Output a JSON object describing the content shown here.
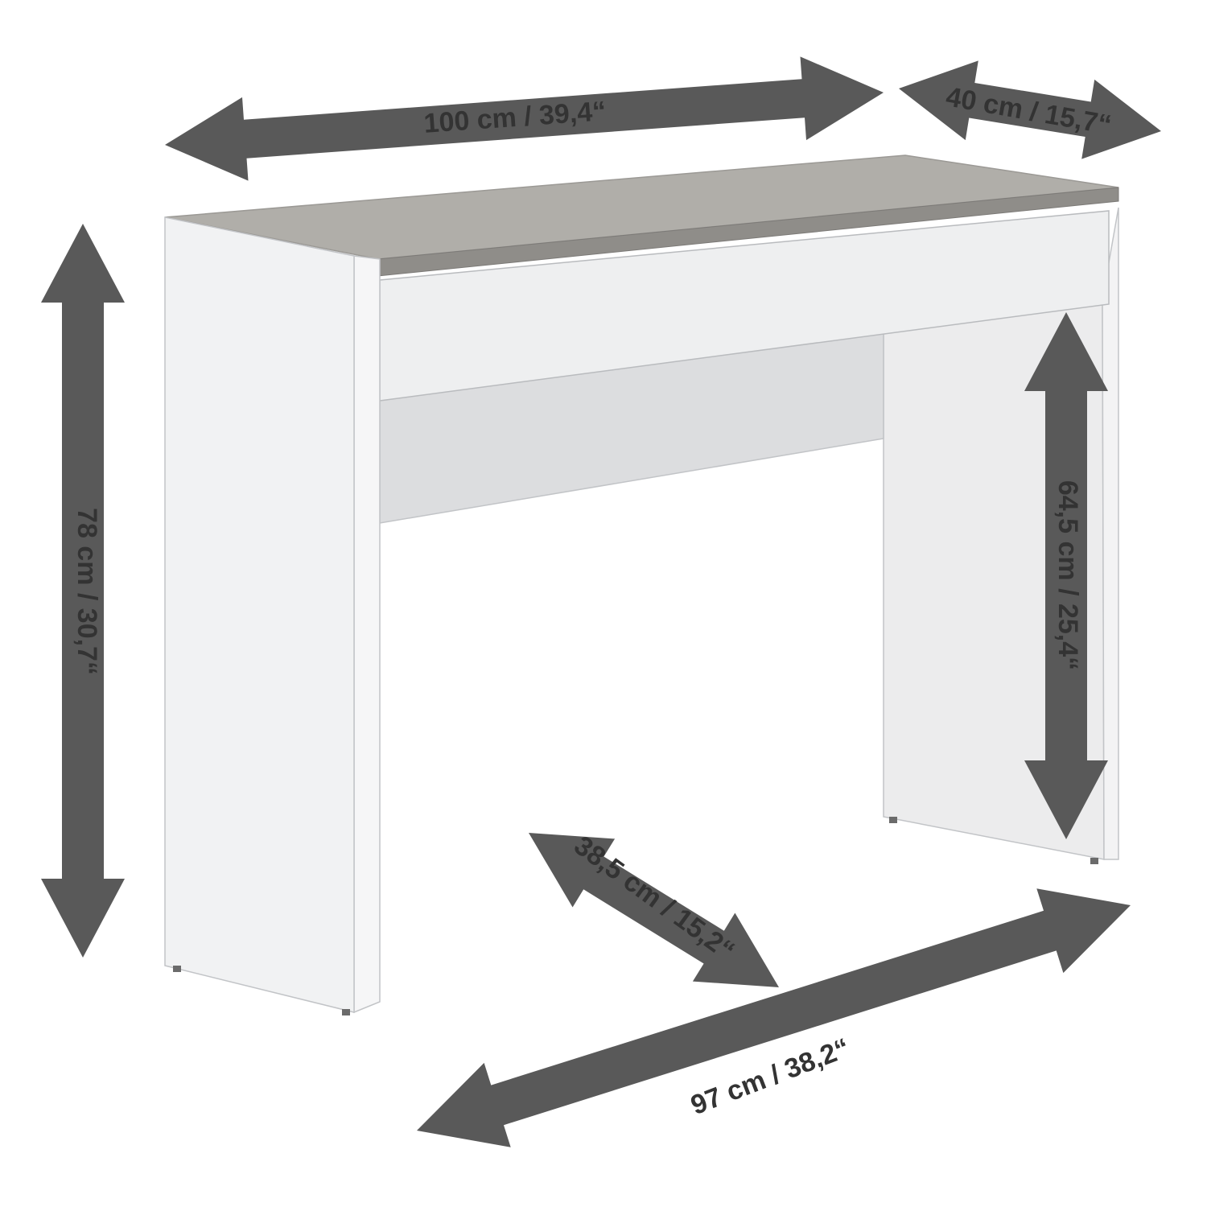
{
  "colors": {
    "arrow": "#595959",
    "label": "#333333",
    "panel_white": "#f0f1f2",
    "panel_shade": "#e4e5e7",
    "panel_inner": "#d9dadc",
    "edge": "#b9bbbe",
    "top_wood": "#aeaca8",
    "top_front_edge": "#8a8884"
  },
  "dimensions": {
    "width_top": "100 cm / 39,4“",
    "depth_top": "40 cm / 15,7“",
    "height_total": "78 cm / 30,7“",
    "height_inner": "64,5 cm / 25,4“",
    "depth_inner": "38,5 cm / 15,2“",
    "width_inner": "97 cm / 38,2“"
  }
}
